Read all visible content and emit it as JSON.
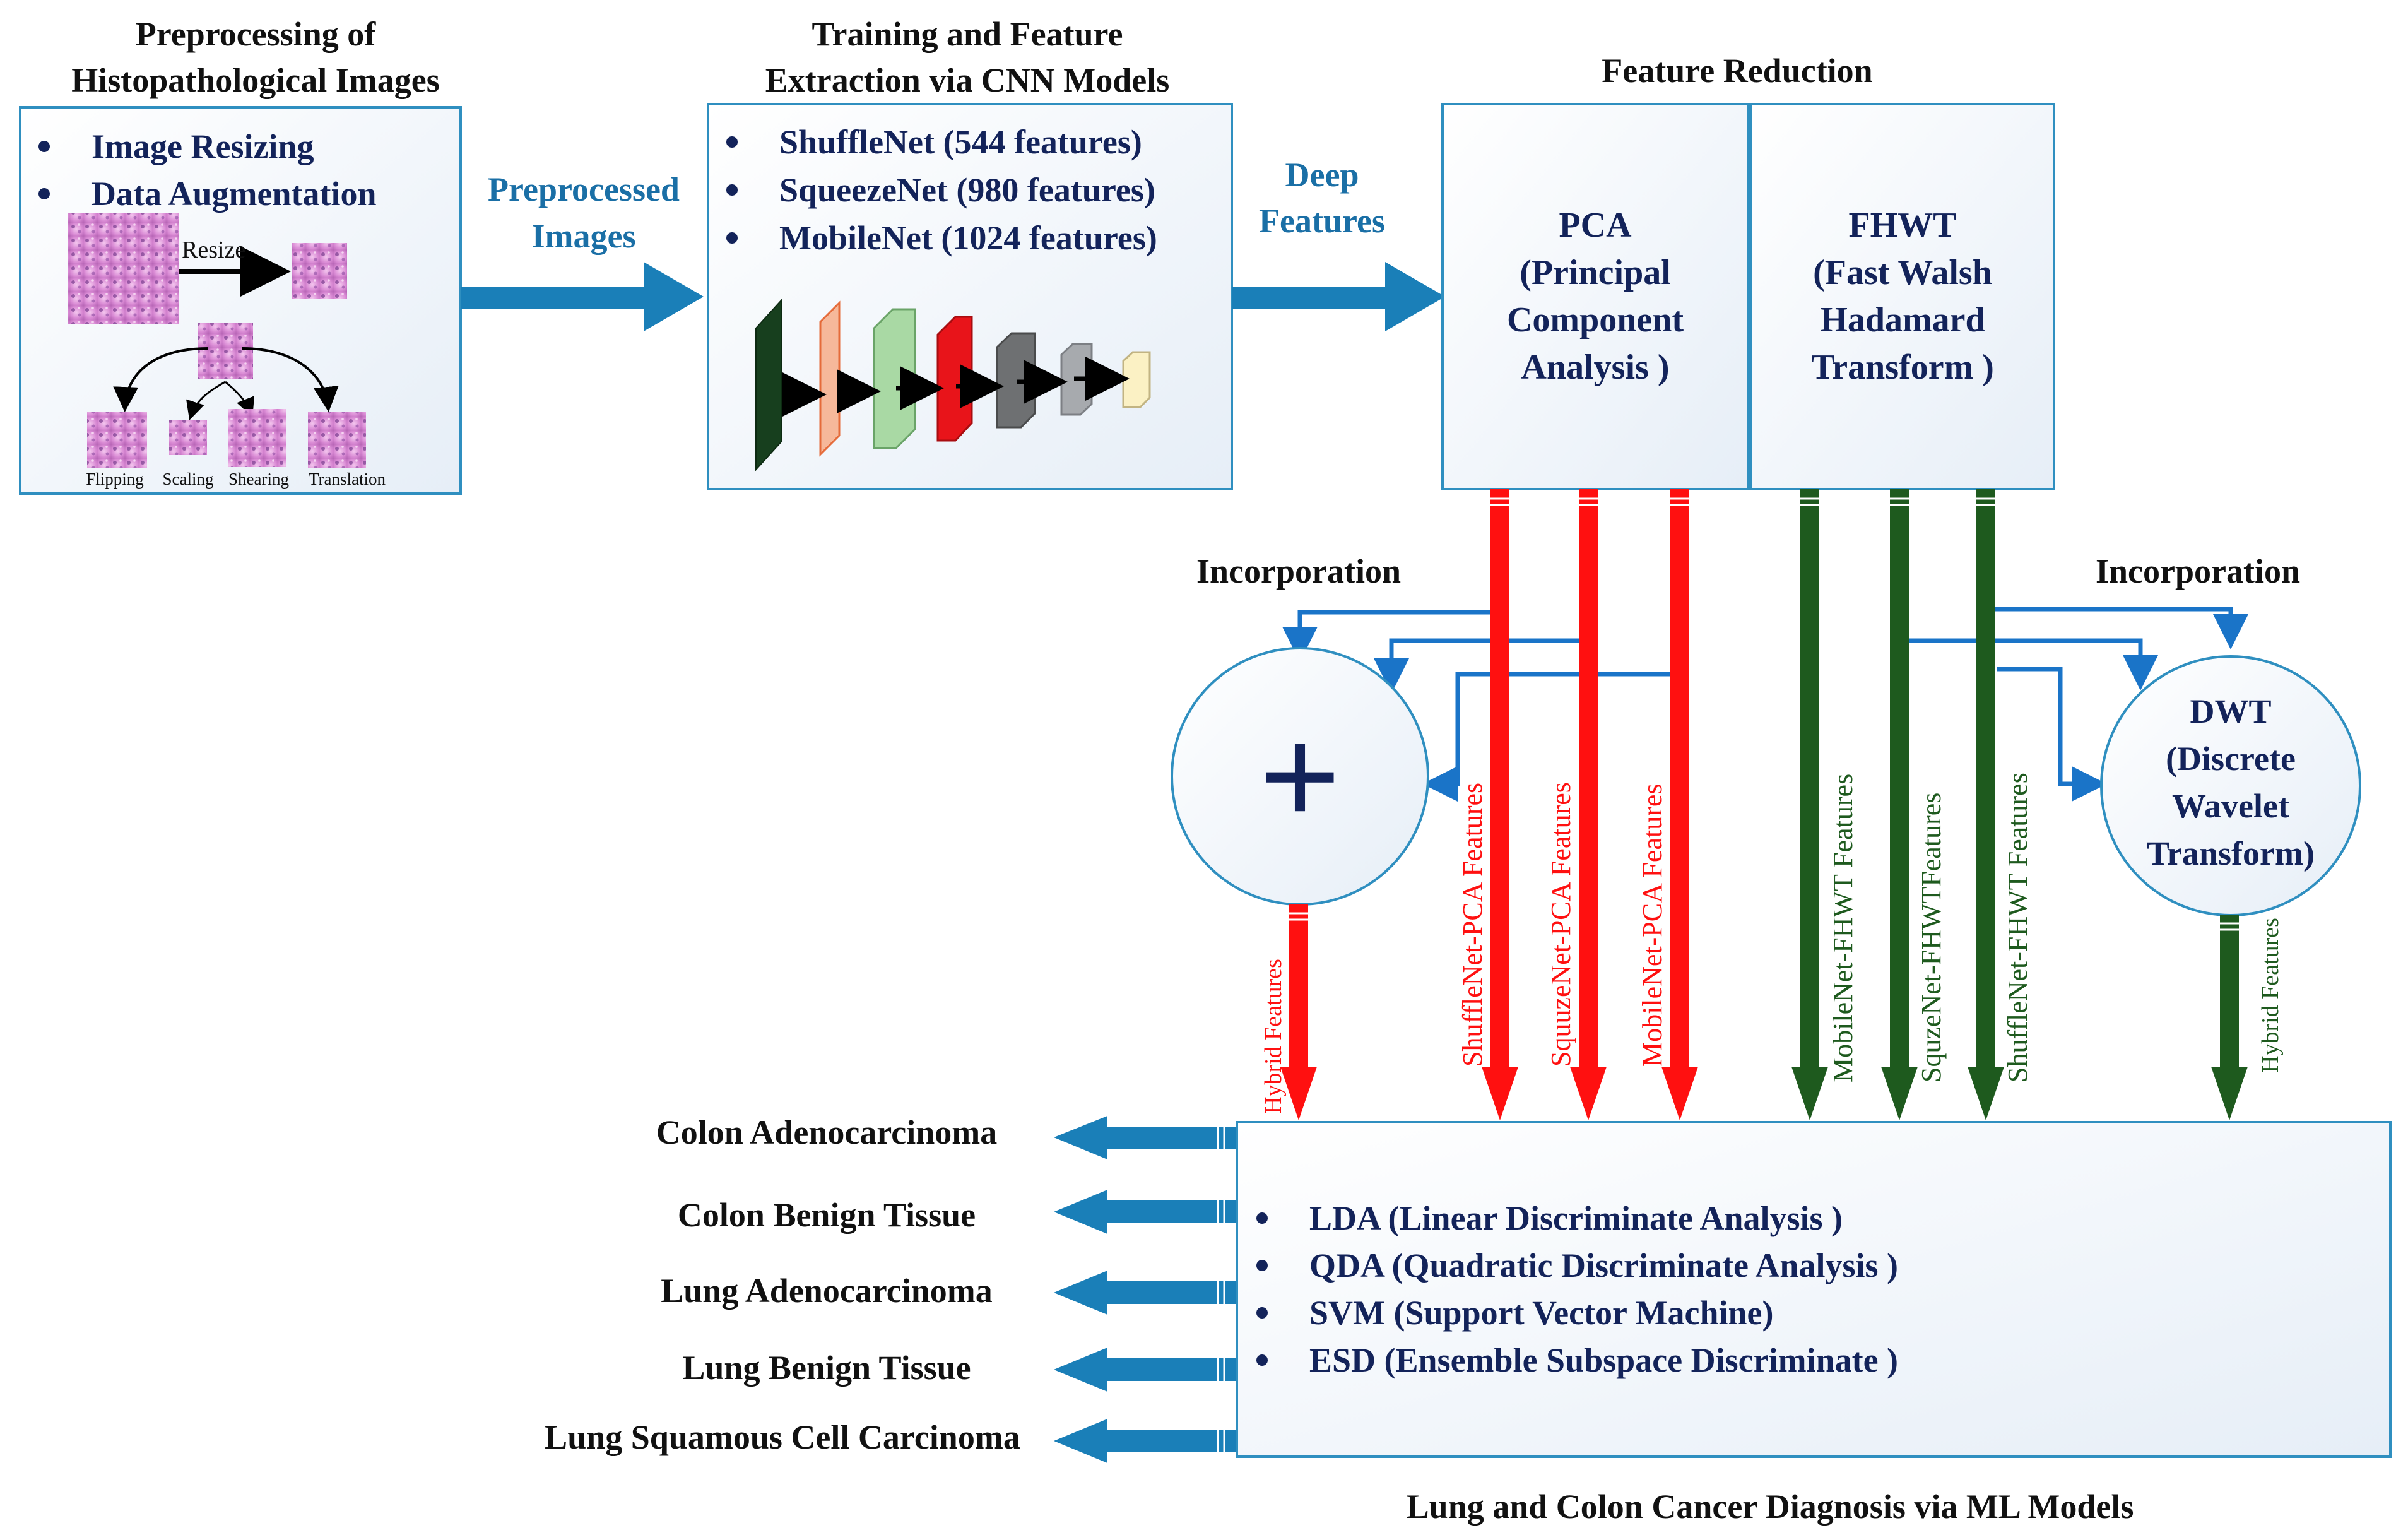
{
  "colors": {
    "box_border": "#2f8fc0",
    "flow_arrow": "#1a7fb8",
    "pca_arrow": "#ff1010",
    "fhwt_arrow": "#1e5a1e",
    "text_navy": "#13235a",
    "connector_blue": "#1a74c8"
  },
  "preprocessing": {
    "title_line1": "Preprocessing of",
    "title_line2": "Histopathological Images",
    "items": [
      "Image Resizing",
      "Data Augmentation"
    ],
    "resize_label": "Resize",
    "aug_labels": [
      "Flipping",
      "Scaling",
      "Shearing",
      "Translation"
    ]
  },
  "arrow1": {
    "line1": "Preprocessed",
    "line2": "Images"
  },
  "cnn": {
    "title_line1": "Training and Feature",
    "title_line2": "Extraction via CNN Models",
    "models": [
      "ShuffleNet (544 features)",
      "SqueezeNet (980 features)",
      "MobileNet (1024 features)"
    ]
  },
  "arrow2": {
    "line1": "Deep",
    "line2": "Features"
  },
  "reduction": {
    "title": "Feature Reduction",
    "pca": [
      "PCA",
      "(Principal",
      "Component",
      "Analysis )"
    ],
    "fhwt": [
      "FHWT",
      "(Fast Walsh",
      "Hadamard",
      "Transform )"
    ]
  },
  "incorporation_left": "Incorporation",
  "incorporation_right": "Incorporation",
  "plus_symbol": "+",
  "dwt": [
    "DWT",
    "(Discrete",
    "Wavelet",
    "Transform)"
  ],
  "feature_labels": {
    "hybrid_left": "Hybrid Features",
    "shufflenet_pca": "ShuffleNet-PCA Features",
    "squzenet_pca": "SquuzeNet-PCA Features",
    "mobilenet_pca": "MobileNet-PCA Features",
    "mobilenet_fhwt": "MobileNet-FHWT Features",
    "squzenet_fhwt": "SquzeNet-FHWTFeatures",
    "shufflenet_fhwt": "ShuffleNet-FHWT Features",
    "hybrid_right": "Hybrid Features"
  },
  "ml": {
    "models": [
      "LDA (Linear Discriminate Analysis )",
      "QDA (Quadratic Discriminate Analysis )",
      "SVM (Support Vector Machine)",
      "ESD (Ensemble Subspace Discriminate )"
    ],
    "caption": "Lung and Colon Cancer Diagnosis via ML Models"
  },
  "outputs": [
    "Colon Adenocarcinoma",
    "Colon Benign Tissue",
    "Lung Adenocarcinoma",
    "Lung Benign Tissue",
    "Lung Squamous Cell Carcinoma"
  ]
}
